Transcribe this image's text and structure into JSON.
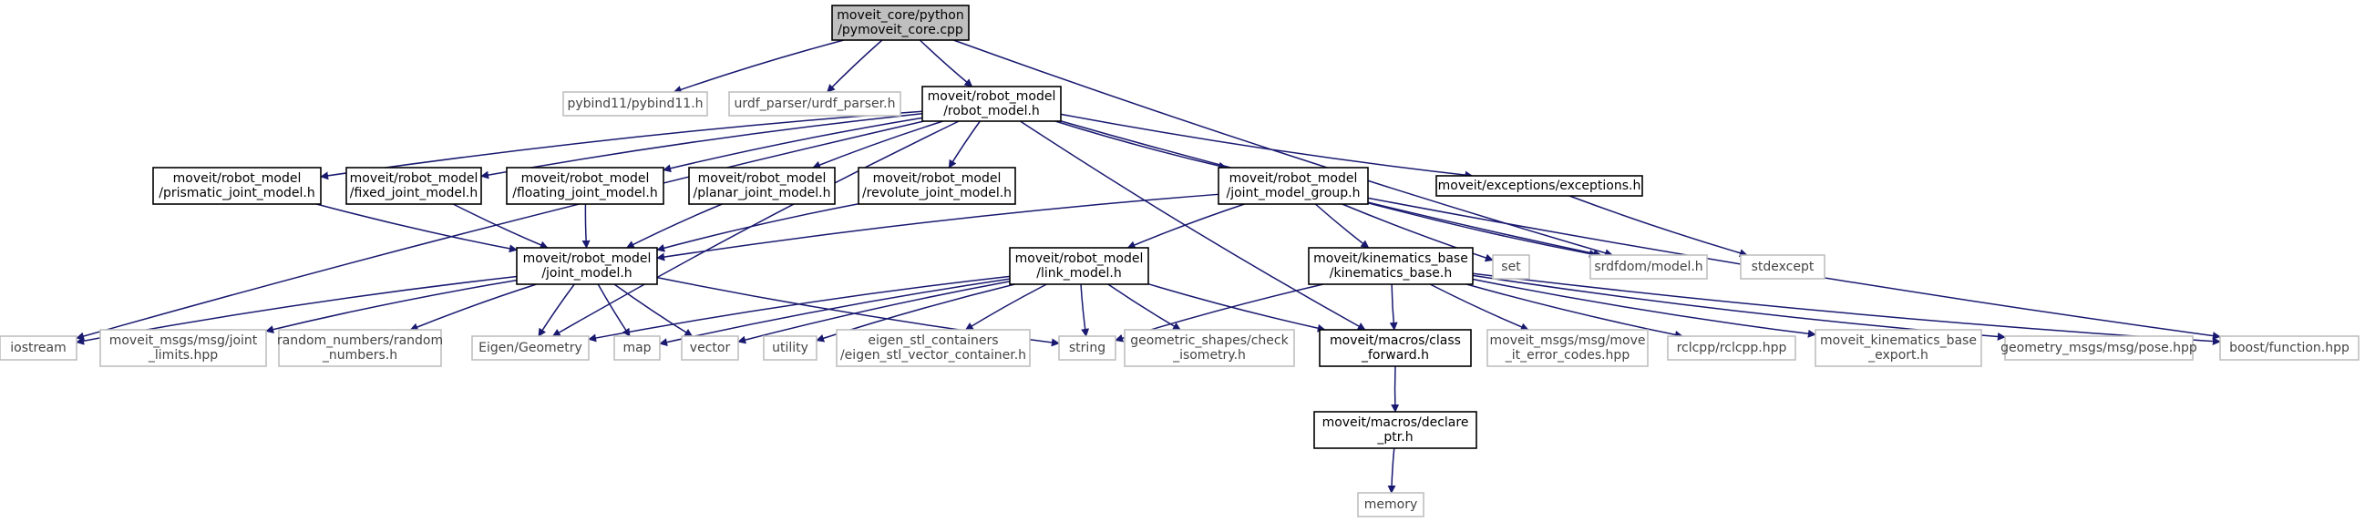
{
  "colors": {
    "edge": "#191970",
    "node_border": "#000000",
    "external_border": "#bfbfbf",
    "root_fill": "#bfbfbf",
    "node_fill": "#ffffff",
    "text_primary": "#000000",
    "text_external": "#444444"
  },
  "nodes": [
    {
      "id": "root",
      "kind": "root",
      "lines": [
        "moveit_core/python",
        "/pymoveit_core.cpp"
      ]
    },
    {
      "id": "pybind11",
      "kind": "external",
      "lines": [
        "pybind11/pybind11.h"
      ]
    },
    {
      "id": "urdf_parser",
      "kind": "external",
      "lines": [
        "urdf_parser/urdf_parser.h"
      ]
    },
    {
      "id": "robot_model",
      "kind": "header",
      "lines": [
        "moveit/robot_model",
        "/robot_model.h"
      ]
    },
    {
      "id": "prismatic",
      "kind": "header",
      "lines": [
        "moveit/robot_model",
        "/prismatic_joint_model.h"
      ]
    },
    {
      "id": "fixed",
      "kind": "header",
      "lines": [
        "moveit/robot_model",
        "/fixed_joint_model.h"
      ]
    },
    {
      "id": "floating",
      "kind": "header",
      "lines": [
        "moveit/robot_model",
        "/floating_joint_model.h"
      ]
    },
    {
      "id": "planar",
      "kind": "header",
      "lines": [
        "moveit/robot_model",
        "/planar_joint_model.h"
      ]
    },
    {
      "id": "revolute",
      "kind": "header",
      "lines": [
        "moveit/robot_model",
        "/revolute_joint_model.h"
      ]
    },
    {
      "id": "jmg",
      "kind": "header",
      "lines": [
        "moveit/robot_model",
        "/joint_model_group.h"
      ]
    },
    {
      "id": "exceptions",
      "kind": "header",
      "lines": [
        "moveit/exceptions/exceptions.h"
      ]
    },
    {
      "id": "joint_model",
      "kind": "header",
      "lines": [
        "moveit/robot_model",
        "/joint_model.h"
      ]
    },
    {
      "id": "link_model",
      "kind": "header",
      "lines": [
        "moveit/robot_model",
        "/link_model.h"
      ]
    },
    {
      "id": "kinematics_base",
      "kind": "header",
      "lines": [
        "moveit/kinematics_base",
        "/kinematics_base.h"
      ]
    },
    {
      "id": "set",
      "kind": "external",
      "lines": [
        "set"
      ]
    },
    {
      "id": "srdfdom",
      "kind": "external",
      "lines": [
        "srdfdom/model.h"
      ]
    },
    {
      "id": "stdexcept",
      "kind": "external",
      "lines": [
        "stdexcept"
      ]
    },
    {
      "id": "iostream",
      "kind": "external",
      "lines": [
        "iostream"
      ]
    },
    {
      "id": "joint_limits",
      "kind": "external",
      "lines": [
        "moveit_msgs/msg/joint",
        "_limits.hpp"
      ]
    },
    {
      "id": "random_numbers",
      "kind": "external",
      "lines": [
        "random_numbers/random",
        "_numbers.h"
      ]
    },
    {
      "id": "eigen_geometry",
      "kind": "external",
      "lines": [
        "Eigen/Geometry"
      ]
    },
    {
      "id": "map",
      "kind": "external",
      "lines": [
        "map"
      ]
    },
    {
      "id": "vector",
      "kind": "external",
      "lines": [
        "vector"
      ]
    },
    {
      "id": "utility",
      "kind": "external",
      "lines": [
        "utility"
      ]
    },
    {
      "id": "eigen_stl",
      "kind": "external",
      "lines": [
        "eigen_stl_containers",
        "/eigen_stl_vector_container.h"
      ]
    },
    {
      "id": "string",
      "kind": "external",
      "lines": [
        "string"
      ]
    },
    {
      "id": "geometric_shapes",
      "kind": "external",
      "lines": [
        "geometric_shapes/check",
        "_isometry.h"
      ]
    },
    {
      "id": "class_forward",
      "kind": "header",
      "lines": [
        "moveit/macros/class",
        "_forward.h"
      ]
    },
    {
      "id": "move_it_error_codes",
      "kind": "external",
      "lines": [
        "moveit_msgs/msg/move",
        "_it_error_codes.hpp"
      ]
    },
    {
      "id": "rclcpp",
      "kind": "external",
      "lines": [
        "rclcpp/rclcpp.hpp"
      ]
    },
    {
      "id": "kb_export",
      "kind": "external",
      "lines": [
        "moveit_kinematics_base",
        "_export.h"
      ]
    },
    {
      "id": "pose",
      "kind": "external",
      "lines": [
        "geometry_msgs/msg/pose.hpp"
      ]
    },
    {
      "id": "boost_function",
      "kind": "external",
      "lines": [
        "boost/function.hpp"
      ]
    },
    {
      "id": "declare_ptr",
      "kind": "header",
      "lines": [
        "moveit/macros/declare",
        "_ptr.h"
      ]
    },
    {
      "id": "memory",
      "kind": "external",
      "lines": [
        "memory"
      ]
    }
  ],
  "edges": [
    [
      "root",
      "pybind11"
    ],
    [
      "root",
      "urdf_parser"
    ],
    [
      "root",
      "robot_model"
    ],
    [
      "root",
      "srdfdom"
    ],
    [
      "robot_model",
      "iostream"
    ],
    [
      "robot_model",
      "prismatic"
    ],
    [
      "robot_model",
      "fixed"
    ],
    [
      "robot_model",
      "floating"
    ],
    [
      "robot_model",
      "planar"
    ],
    [
      "robot_model",
      "revolute"
    ],
    [
      "robot_model",
      "jmg"
    ],
    [
      "robot_model",
      "exceptions"
    ],
    [
      "robot_model",
      "eigen_geometry"
    ],
    [
      "robot_model",
      "class_forward"
    ],
    [
      "robot_model",
      "srdfdom"
    ],
    [
      "prismatic",
      "joint_model"
    ],
    [
      "fixed",
      "joint_model"
    ],
    [
      "floating",
      "joint_model"
    ],
    [
      "planar",
      "joint_model"
    ],
    [
      "revolute",
      "joint_model"
    ],
    [
      "jmg",
      "joint_model"
    ],
    [
      "jmg",
      "link_model"
    ],
    [
      "jmg",
      "kinematics_base"
    ],
    [
      "jmg",
      "set"
    ],
    [
      "jmg",
      "srdfdom"
    ],
    [
      "jmg",
      "boost_function"
    ],
    [
      "exceptions",
      "stdexcept"
    ],
    [
      "joint_model",
      "iostream"
    ],
    [
      "joint_model",
      "joint_limits"
    ],
    [
      "joint_model",
      "random_numbers"
    ],
    [
      "joint_model",
      "eigen_geometry"
    ],
    [
      "joint_model",
      "map"
    ],
    [
      "joint_model",
      "vector"
    ],
    [
      "joint_model",
      "string"
    ],
    [
      "link_model",
      "eigen_geometry"
    ],
    [
      "link_model",
      "map"
    ],
    [
      "link_model",
      "vector"
    ],
    [
      "link_model",
      "utility"
    ],
    [
      "link_model",
      "eigen_stl"
    ],
    [
      "link_model",
      "string"
    ],
    [
      "link_model",
      "geometric_shapes"
    ],
    [
      "link_model",
      "class_forward"
    ],
    [
      "kinematics_base",
      "string"
    ],
    [
      "kinematics_base",
      "class_forward"
    ],
    [
      "kinematics_base",
      "move_it_error_codes"
    ],
    [
      "kinematics_base",
      "rclcpp"
    ],
    [
      "kinematics_base",
      "kb_export"
    ],
    [
      "kinematics_base",
      "pose"
    ],
    [
      "kinematics_base",
      "boost_function"
    ],
    [
      "class_forward",
      "declare_ptr"
    ],
    [
      "declare_ptr",
      "memory"
    ]
  ]
}
